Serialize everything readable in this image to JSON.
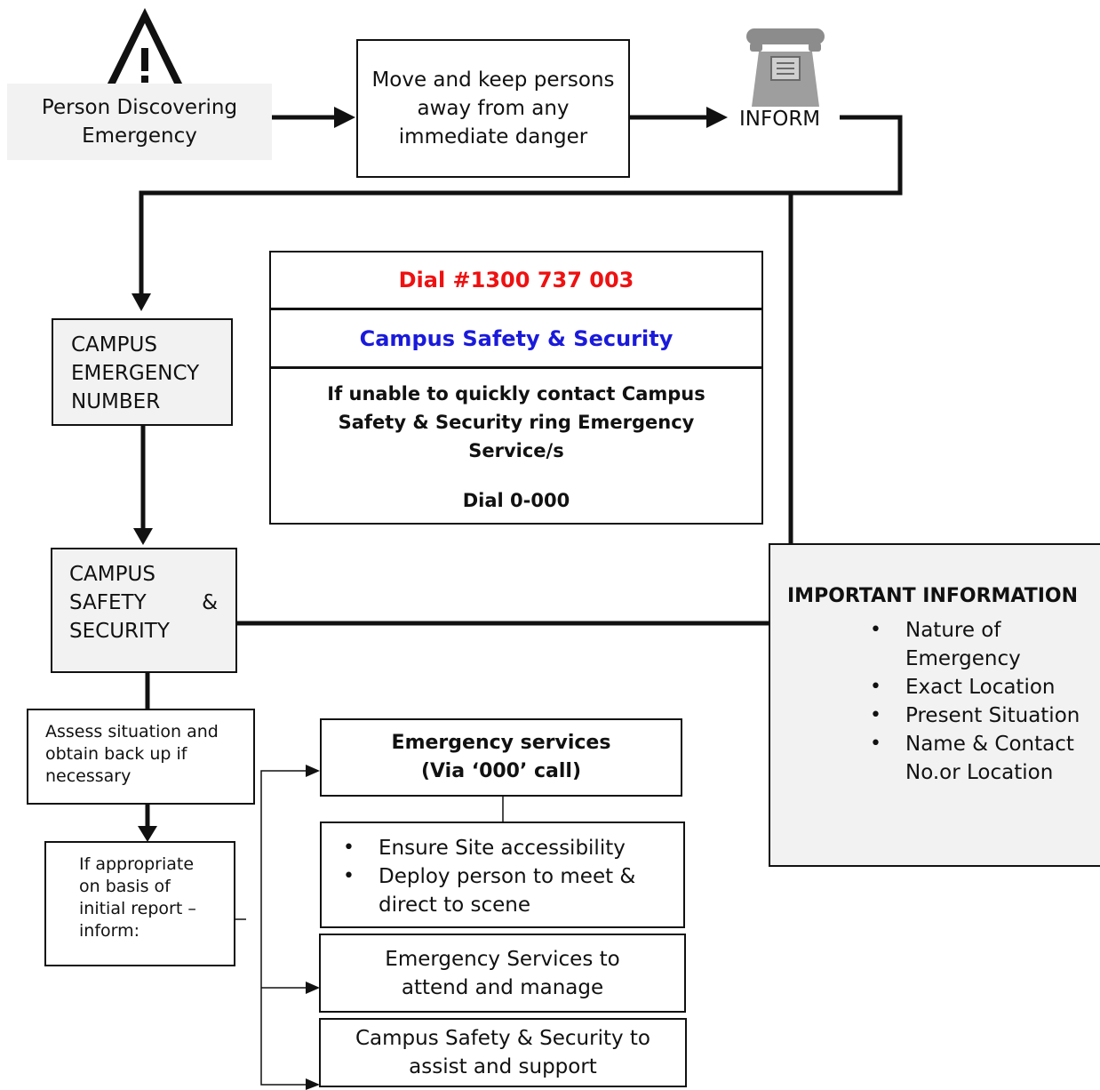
{
  "discover": {
    "label": "Person Discovering Emergency"
  },
  "move_away": {
    "label": "Move and keep persons away from any immediate danger"
  },
  "inform": {
    "label": "INFORM"
  },
  "campus_emergency_number": {
    "label": "CAMPUS EMERGENCY NUMBER"
  },
  "dial_panel": {
    "dial_number": "Dial #1300 737 003",
    "service_name": "Campus Safety & Security",
    "fallback_text": "If unable to quickly contact Campus Safety & Security ring Emergency Service/s",
    "fallback_dial": "Dial 0-000"
  },
  "campus_safety": {
    "line1": "CAMPUS",
    "line2": "SAFETY",
    "amp": "&",
    "line3": "SECURITY"
  },
  "assess": {
    "label": "Assess situation and obtain back up if necessary"
  },
  "if_appropriate": {
    "label": "If appropriate on basis of initial report – inform:"
  },
  "emergency_services": {
    "line1": "Emergency services",
    "line2": "(Via ‘000’ call)"
  },
  "access_actions": {
    "items": [
      "Ensure Site accessibility",
      "Deploy person to meet & direct to scene"
    ]
  },
  "attend": {
    "label": "Emergency Services to attend and manage"
  },
  "assist": {
    "label": "Campus Safety & Security to assist and support"
  },
  "important_info": {
    "title": "IMPORTANT INFORMATION",
    "items": [
      "Nature of Emergency",
      "Exact Location",
      "Present Situation",
      "Name & Contact No.or Location"
    ]
  },
  "colors": {
    "dial_red": "#ee1111",
    "service_blue": "#1a1adb"
  },
  "icons": [
    "warning-triangle-icon",
    "telephone-icon"
  ]
}
